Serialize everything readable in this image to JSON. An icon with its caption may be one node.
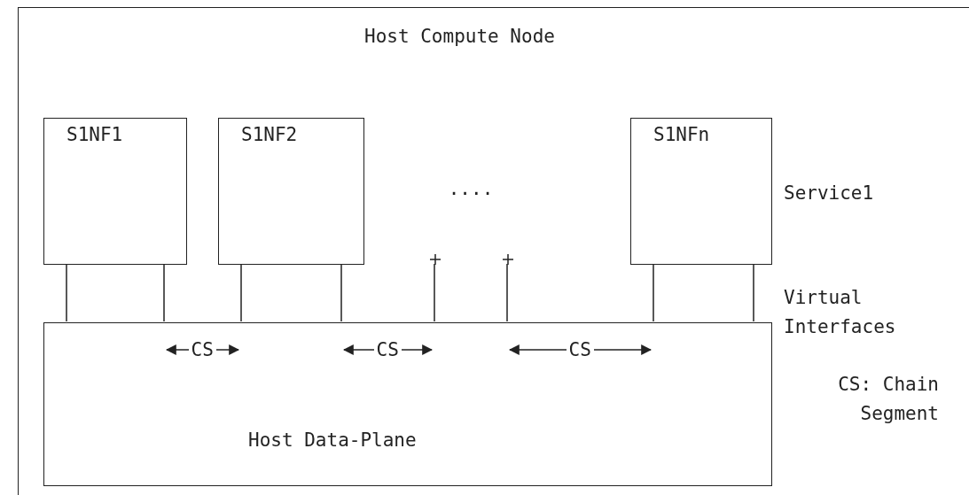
{
  "diagram": {
    "nodes": [
      {
        "text": [
          "Host Compute Node"
        ]
      },
      {
        "text": [
          "S1NF1"
        ],
        "in": 0
      },
      {
        "text": [
          "S1NF2"
        ],
        "in": 0
      },
      {
        "text": [
          "...."
        ],
        "in": 0
      },
      {
        "text": [
          "S1NFn"
        ],
        "in": 0
      },
      {
        "text": [
          "Host Data-Plane"
        ],
        "in": 0
      }
    ],
    "edges": [
      {
        "from": 1,
        "to": 5,
        "arrow": "none"
      },
      {
        "from": 1,
        "to": 5,
        "arrow": "none"
      },
      {
        "from": 2,
        "to": 5,
        "arrow": "none"
      },
      {
        "from": 2,
        "to": 5,
        "arrow": "none"
      },
      {
        "from": 3,
        "to": 5,
        "arrow": "none"
      },
      {
        "from": 3,
        "to": 5,
        "arrow": "none"
      },
      {
        "from": 4,
        "to": 5,
        "arrow": "none"
      },
      {
        "from": 4,
        "to": 5,
        "arrow": "none"
      }
    ],
    "labels": [
      "Service1",
      "Virtual Interfaces",
      "CS",
      "CS",
      "CS",
      "CS: Chain Segment"
    ]
  }
}
